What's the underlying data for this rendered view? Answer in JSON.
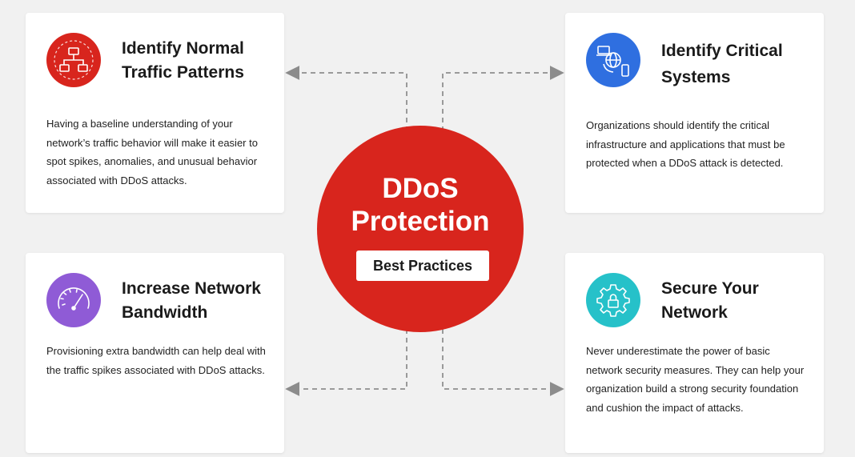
{
  "center": {
    "title_line1": "DDoS",
    "title_line2": "Protection",
    "badge": "Best Practices",
    "color": "#d8251d"
  },
  "cards": [
    {
      "title_line1": "Identify Normal",
      "title_line2": "Traffic Patterns",
      "body": "Having a baseline understanding of your network’s traffic behavior will make it easier to spot spikes, anomalies, and unusual behavior associated with DDoS attacks.",
      "icon": "network-traffic-icon",
      "icon_color": "#d8251d"
    },
    {
      "title_line1": "Identify Critical",
      "title_line2": "Systems",
      "body": "Organizations should identify the critical infrastructure and applications that must be protected when a DDoS attack is detected.",
      "icon": "devices-globe-icon",
      "icon_color": "#2f6fe0"
    },
    {
      "title_line1": "Increase Network",
      "title_line2": "Bandwidth",
      "body": "Provisioning extra bandwidth can help deal with the traffic spikes associated with DDoS attacks.",
      "icon": "speedometer-icon",
      "icon_color": "#8f5bd6"
    },
    {
      "title_line1": "Secure Your",
      "title_line2": "Network",
      "body": "Never underestimate the power of basic network security measures. They can help your organization build a strong security foundation and cushion the impact of attacks.",
      "icon": "gear-lock-icon",
      "icon_color": "#26c1c9"
    }
  ]
}
